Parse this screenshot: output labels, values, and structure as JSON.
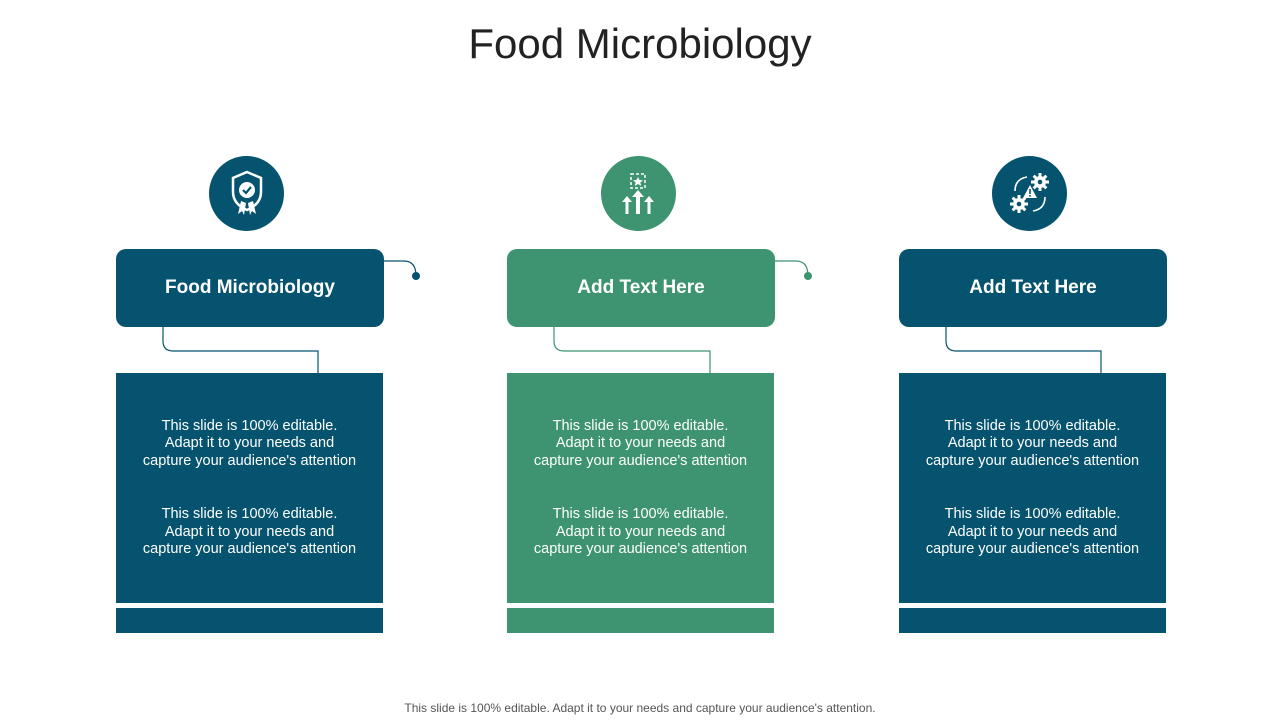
{
  "title": "Food Microbiology",
  "colors": {
    "blue": "#05536F",
    "green": "#3E9470"
  },
  "columns": [
    {
      "heading": "Food Microbiology",
      "icon": "shield-badge-icon",
      "color": "#05536F",
      "paragraphs": [
        "This slide is 100% editable.\nAdapt it to your needs and\ncapture your audience's attention",
        "This slide is 100% editable.\nAdapt it to your needs and\ncapture your audience's attention"
      ]
    },
    {
      "heading": "Add Text Here",
      "icon": "growth-arrows-icon",
      "color": "#3E9470",
      "paragraphs": [
        "This slide is 100% editable.\nAdapt it to your needs and\ncapture your audience's attention",
        "This slide is 100% editable.\nAdapt it to your needs and\ncapture your audience's attention"
      ]
    },
    {
      "heading": "Add Text Here",
      "icon": "gears-alert-icon",
      "color": "#05536F",
      "paragraphs": [
        "This slide is 100% editable.\nAdapt it to your needs and\ncapture your audience's attention",
        "This slide is 100% editable.\nAdapt it to your needs and\ncapture your audience's attention"
      ]
    }
  ],
  "footer": "This slide is 100% editable. Adapt it to your needs and capture your audience's attention."
}
